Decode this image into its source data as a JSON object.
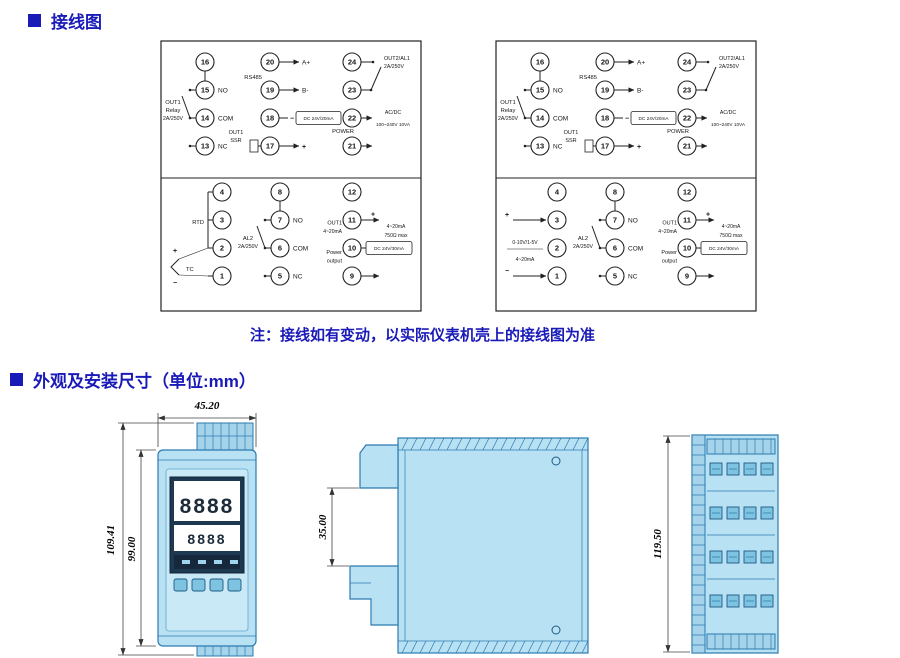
{
  "page": {
    "section1_title": "接线图",
    "section2_title": "外观及安装尺寸（单位:mm）",
    "note": "注：接线如有变动，以实际仪表机壳上的接线图为准"
  },
  "wiring": {
    "terminals": {
      "t1": "1",
      "t2": "2",
      "t3": "3",
      "t4": "4",
      "t5": "5",
      "t6": "6",
      "t7": "7",
      "t8": "8",
      "t9": "9",
      "t10": "10",
      "t11": "11",
      "t12": "12",
      "t13": "13",
      "t14": "14",
      "t15": "15",
      "t16": "16",
      "t17": "17",
      "t18": "18",
      "t19": "19",
      "t20": "20",
      "t21": "21",
      "t22": "22",
      "t23": "23",
      "t24": "24"
    },
    "labels": {
      "out1": "OUT1",
      "relay": "Relay",
      "rating": "2A/250V",
      "no": "NO",
      "com": "COM",
      "nc": "NC",
      "rs485": "RS485",
      "a_plus": "A+",
      "b_minus": "B-",
      "ssr": "SSR",
      "dc24v20": "DC 24V/20mA",
      "out2al1": "OUT2/AL1",
      "power": "POWER",
      "acdc": "AC/DC",
      "mains": "100~240V 10VA",
      "rtd": "RTD",
      "tc": "TC",
      "vin": "0-10V/1-5V",
      "iin": "4~20mA",
      "al2": "AL2",
      "ma420": "4~20mA",
      "load_max": "750Ω max",
      "power_line1": "Power",
      "power_line2": "output",
      "dc24v30": "DC 24V/30mA",
      "plus": "+",
      "minus": "−"
    }
  },
  "display": {
    "row1": "8888",
    "row2": "8888"
  },
  "dims": {
    "width": "45.20",
    "h_outer": "109.41",
    "h_body": "99.00",
    "rail": "35.00",
    "h_back": "119.50"
  }
}
